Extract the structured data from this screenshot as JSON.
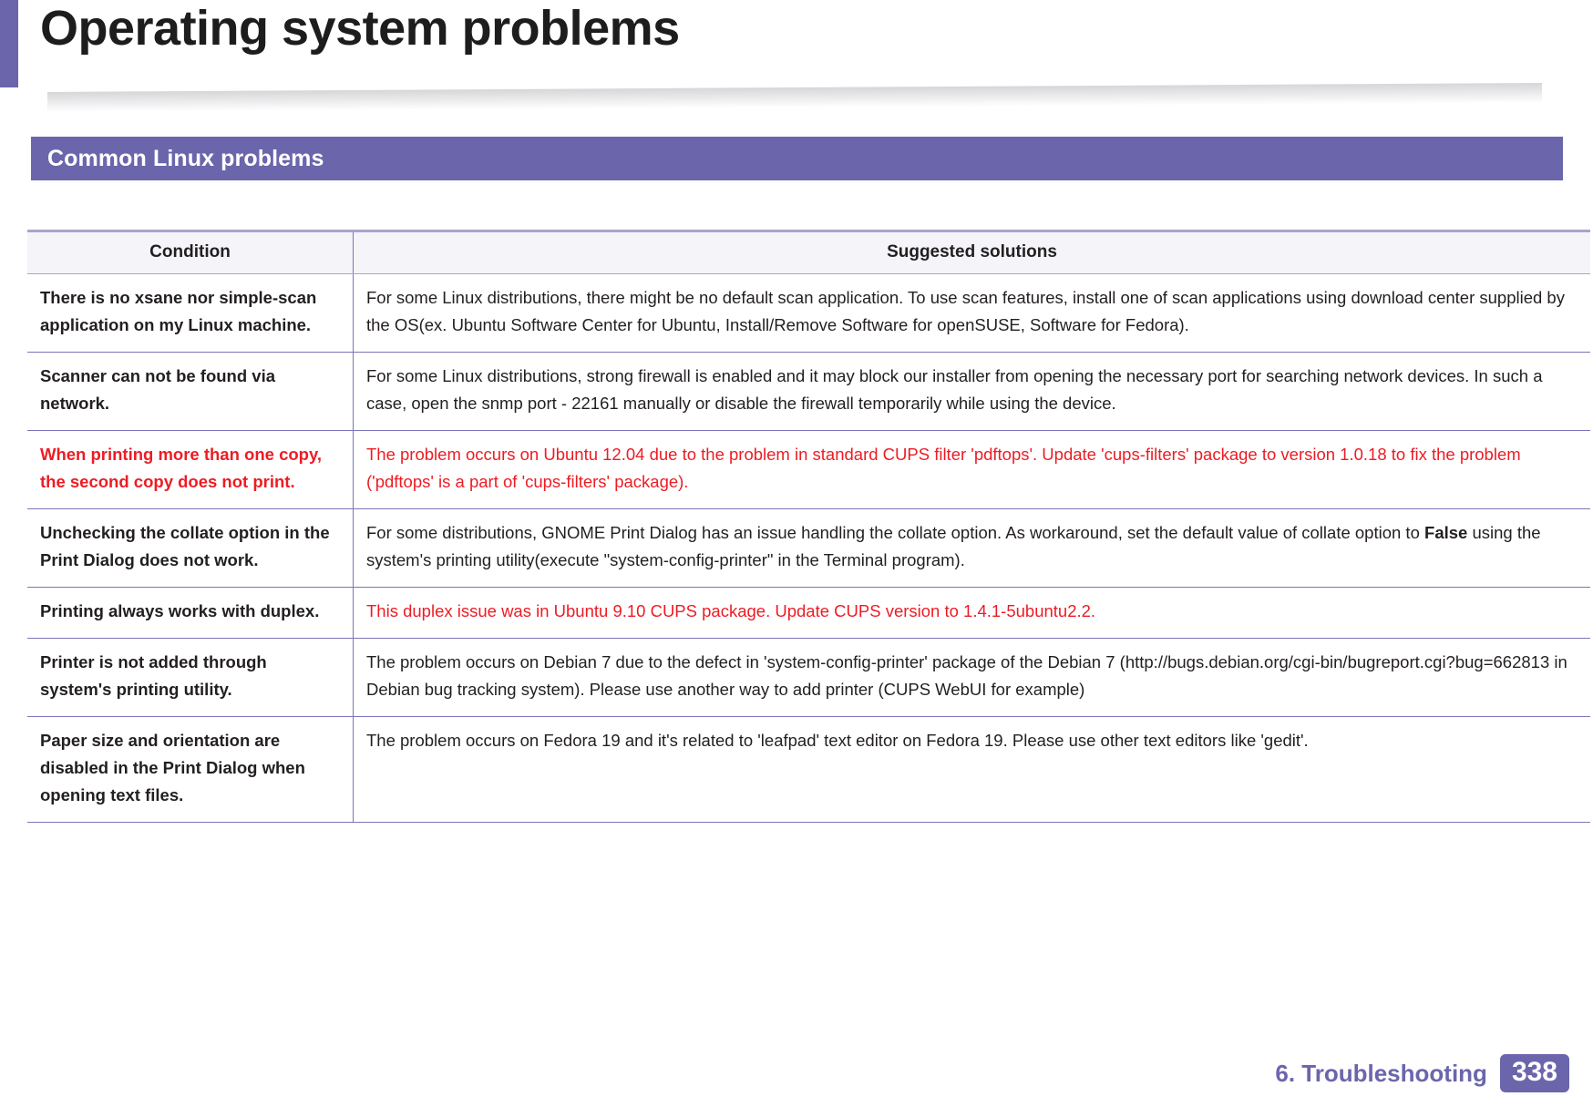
{
  "page": {
    "title": "Operating system problems",
    "section_heading": "Common Linux problems"
  },
  "table": {
    "headers": {
      "condition": "Condition",
      "solution": "Suggested solutions"
    },
    "rows": [
      {
        "condition": "There is no xsane nor simple-scan application on my Linux machine.",
        "solution": "For some Linux distributions, there might be no default scan application. To use scan features, install one of scan applications using download center supplied by the OS(ex. Ubuntu Software Center for Ubuntu, Install/Remove Software for openSUSE, Software for Fedora).",
        "color": "black"
      },
      {
        "condition": "Scanner can not be found via network.",
        "solution": "For some Linux distributions, strong firewall is enabled and it may block our installer from opening the necessary port for searching network devices. In such a case, open the snmp port - 22161 manually or disable the firewall temporarily while using the device.",
        "color": "black"
      },
      {
        "condition": "When printing more than one copy, the second copy does not print.",
        "solution": "The problem occurs on Ubuntu 12.04 due to the problem in standard CUPS filter 'pdftops'. Update 'cups-filters' package to version 1.0.18 to fix the problem ('pdftops' is a part of 'cups-filters' package).",
        "color": "red"
      },
      {
        "condition": "Unchecking the collate option in the Print Dialog does not work.",
        "solution_part1": "For some distributions, GNOME Print Dialog has an issue handling the collate option. As workaround, set the default value of collate option to ",
        "solution_bold": "False",
        "solution_part2": " using the system's printing utility(execute \"system-config-printer\" in the Terminal program).",
        "color": "black"
      },
      {
        "condition": "Printing always works with duplex.",
        "solution": "This duplex issue was in Ubuntu 9.10 CUPS package. Update CUPS version to 1.4.1-5ubuntu2.2.",
        "color": "mixed-red-solution"
      },
      {
        "condition": "Printer is not added through system's printing utility.",
        "solution": "The problem occurs on Debian 7 due to the defect in 'system-config-printer' package of the Debian 7 (http://bugs.debian.org/cgi-bin/bugreport.cgi?bug=662813 in Debian bug tracking system). Please use another way to add printer (CUPS WebUI for example)",
        "color": "black"
      },
      {
        "condition": "Paper size and orientation are disabled in the Print Dialog when opening text files.",
        "solution": "The problem occurs on Fedora 19 and it's related to 'leafpad' text editor on Fedora 19. Please use other text editors like 'gedit'.",
        "color": "black"
      }
    ]
  },
  "footer": {
    "chapter": "6.  Troubleshooting",
    "page_number": "338"
  },
  "colors": {
    "accent_purple": "#6b66ac",
    "table_border_purple": "#7b76b8",
    "header_fill": "#f4f4f9",
    "alert_red": "#ed1c24"
  }
}
